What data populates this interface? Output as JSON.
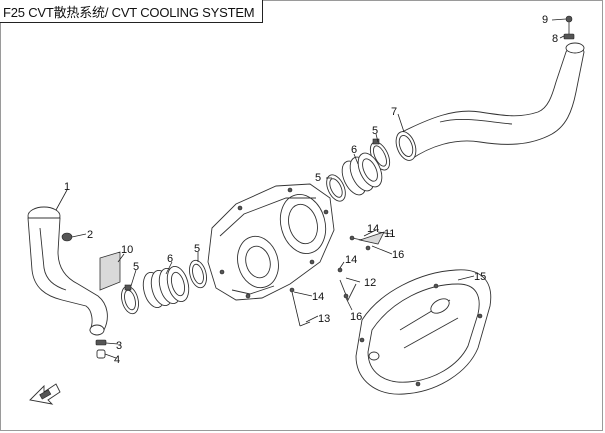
{
  "title": "F25 CVT散热系统/ CVT COOLING SYSTEM",
  "callouts": {
    "c1": "1",
    "c2": "2",
    "c3": "3",
    "c4": "4",
    "c5a": "5",
    "c5b": "5",
    "c5c": "5",
    "c5d": "5",
    "c6a": "6",
    "c6b": "6",
    "c7": "7",
    "c8": "8",
    "c9": "9",
    "c10": "10",
    "c11": "11",
    "c12": "12",
    "c13": "13",
    "c14a": "14",
    "c14b": "14",
    "c14c": "14",
    "c15": "15",
    "c16a": "16",
    "c16b": "16"
  },
  "icons": {
    "direction": "front-direction-arrow-icon"
  }
}
